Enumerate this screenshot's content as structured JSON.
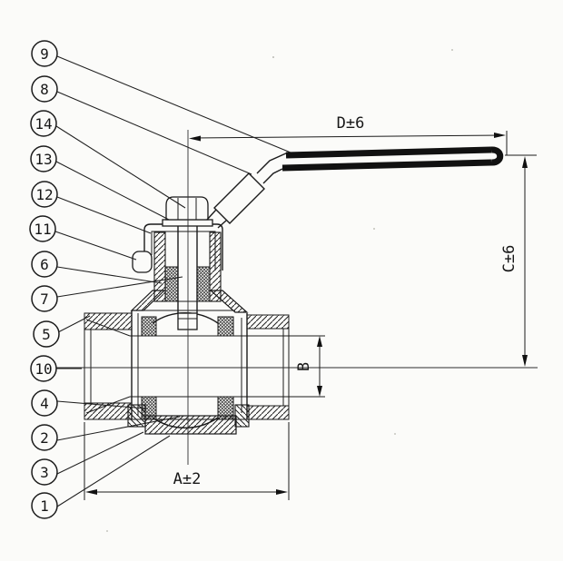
{
  "drawing": {
    "type": "ball-valve-cross-section",
    "callouts": [
      {
        "label": "9"
      },
      {
        "label": "8"
      },
      {
        "label": "14"
      },
      {
        "label": "13"
      },
      {
        "label": "12"
      },
      {
        "label": "11"
      },
      {
        "label": "6"
      },
      {
        "label": "7"
      },
      {
        "label": "5"
      },
      {
        "label": "10"
      },
      {
        "label": "4"
      },
      {
        "label": "2"
      },
      {
        "label": "3"
      },
      {
        "label": "1"
      }
    ],
    "dimensions": {
      "handle_length": "D±6",
      "overall_height": "C±6",
      "bore_diameter": "B",
      "face_to_face": "A±2"
    },
    "line_color": "#1b1b1b",
    "paper_color": "#fbfbf9"
  }
}
